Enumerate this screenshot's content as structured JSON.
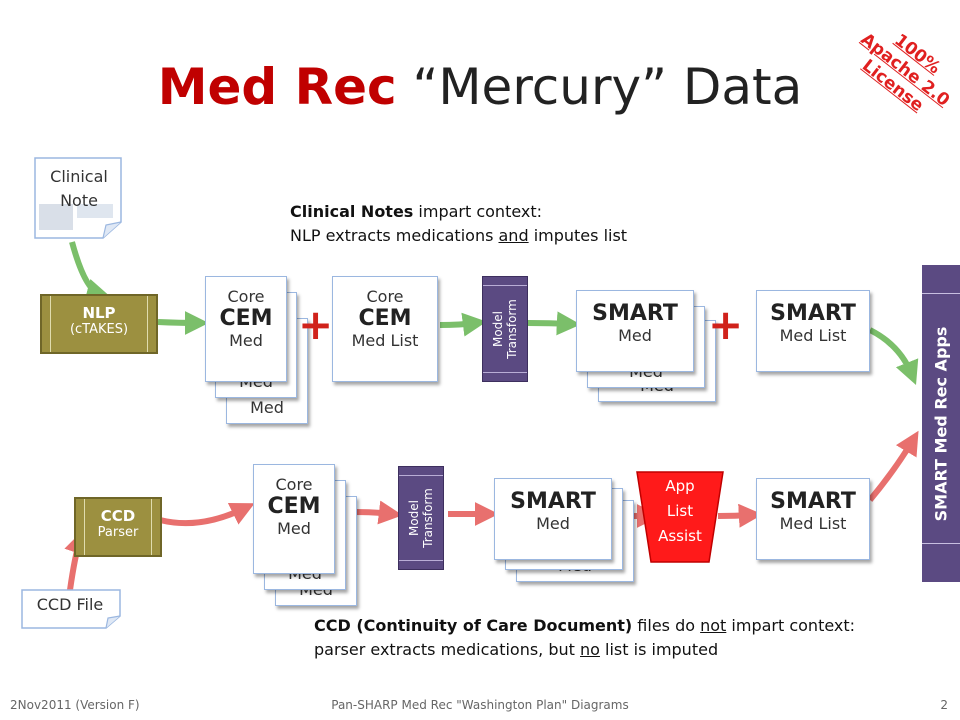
{
  "title": {
    "red": "Med Rec",
    "rest": " “Mercury” Data"
  },
  "license": [
    "100%",
    "Apache 2.0",
    "License"
  ],
  "clinical_note": {
    "line1": "Clinical",
    "line2": "Note"
  },
  "nlp": {
    "title": "NLP",
    "sub": "(cTAKES)"
  },
  "top_note": {
    "bold": "Clinical Notes",
    "rest1": " impart context:",
    "line2a": "NLP extracts medications ",
    "line2u": "and",
    "line2b": " imputes list"
  },
  "top_core_cem_med": {
    "l1": "Core",
    "l2": "CEM",
    "l3": "Med",
    "stack": "Med"
  },
  "top_core_cem_list": {
    "l1": "Core",
    "l2": "CEM",
    "l3": "Med List"
  },
  "model_transform": "Model\nTransform",
  "top_smart_med": {
    "l1": "SMART",
    "l2": "Med",
    "stack": "Med"
  },
  "top_smart_list": {
    "l1": "SMART",
    "l2": "Med List"
  },
  "plus": "+",
  "smart_apps": "SMART Med Rec Apps",
  "ccd_parser": {
    "title": "CCD",
    "sub": "Parser"
  },
  "ccd_file": "CCD File",
  "bot_core_cem_med": {
    "l1": "Core",
    "l2": "CEM",
    "l3": "Med",
    "stack": "Med"
  },
  "bot_smart_med": {
    "l1": "SMART",
    "l2": "Med",
    "stack": "Med"
  },
  "app_list_assist": [
    "App",
    "List",
    "Assist"
  ],
  "bot_smart_list": {
    "l1": "SMART",
    "l2": "Med List"
  },
  "bottom_note": {
    "bold": "CCD (Continuity of Care Document)",
    "a": " files do ",
    "u1": "not",
    "b": " impart context:",
    "line2a": "parser extracts medications, but ",
    "u2": "no",
    "line2b": " list is imputed"
  },
  "footer": {
    "left": "2Nov2011 (Version F)",
    "center": "Pan-SHARP Med Rec \"Washington Plan\" Diagrams",
    "page": "2"
  },
  "colors": {
    "title_red": "#c00000",
    "arrow_green": "#7bbf6a",
    "arrow_red": "#e8706e",
    "olive": "#9c9040",
    "purple": "#5b4a82",
    "app_assist": "#ff1a1a"
  }
}
